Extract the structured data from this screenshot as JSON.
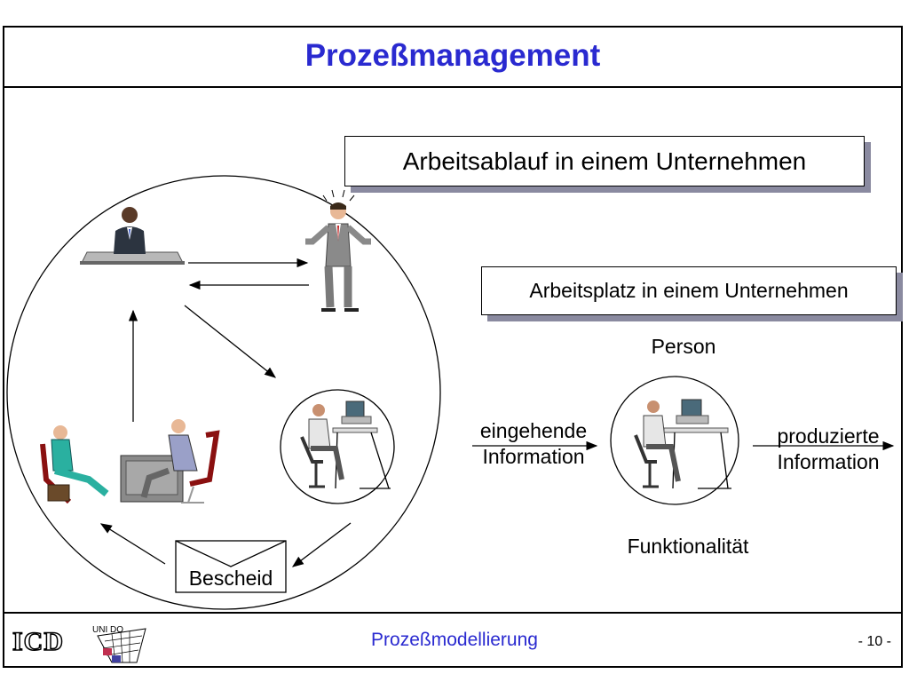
{
  "title": "Prozeßmanagement",
  "box_workflow": "Arbeitsablauf in einem Unternehmen",
  "box_workplace": "Arbeitsplatz in einem Unternehmen",
  "label_person": "Person",
  "label_incoming_1": "eingehende",
  "label_incoming_2": "Information",
  "label_produced_1": "produzierte",
  "label_produced_2": "Information",
  "label_functionality": "Funktionalität",
  "envelope_label": "Bescheid",
  "footer": {
    "center": "Prozeßmodellierung",
    "page": "- 10 -",
    "logo_left": "ICD",
    "logo_right": "UNI DO"
  },
  "colors": {
    "title": "#2a2ad0",
    "shadow": "#8a8aa0"
  }
}
